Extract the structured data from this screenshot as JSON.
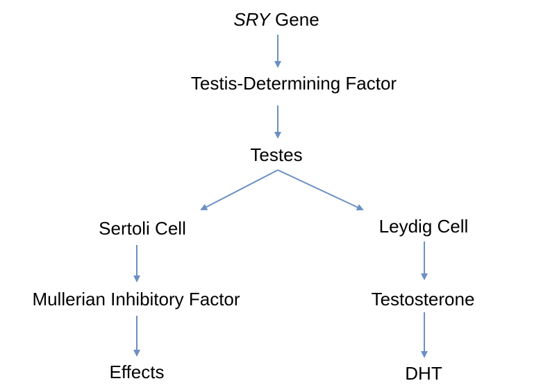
{
  "nodes": {
    "sry_italic": "SRY",
    "sry_rest": " Gene",
    "tdf": "Testis-Determining Factor",
    "testes": "Testes",
    "sertoli": "Sertoli Cell",
    "leydig": "Leydig Cell",
    "mif": "Mullerian Inhibitory Factor",
    "testosterone": "Testosterone",
    "effects": "Effects",
    "dht": "DHT"
  },
  "colors": {
    "arrow": "#6b8fc2",
    "text": "#000000"
  }
}
